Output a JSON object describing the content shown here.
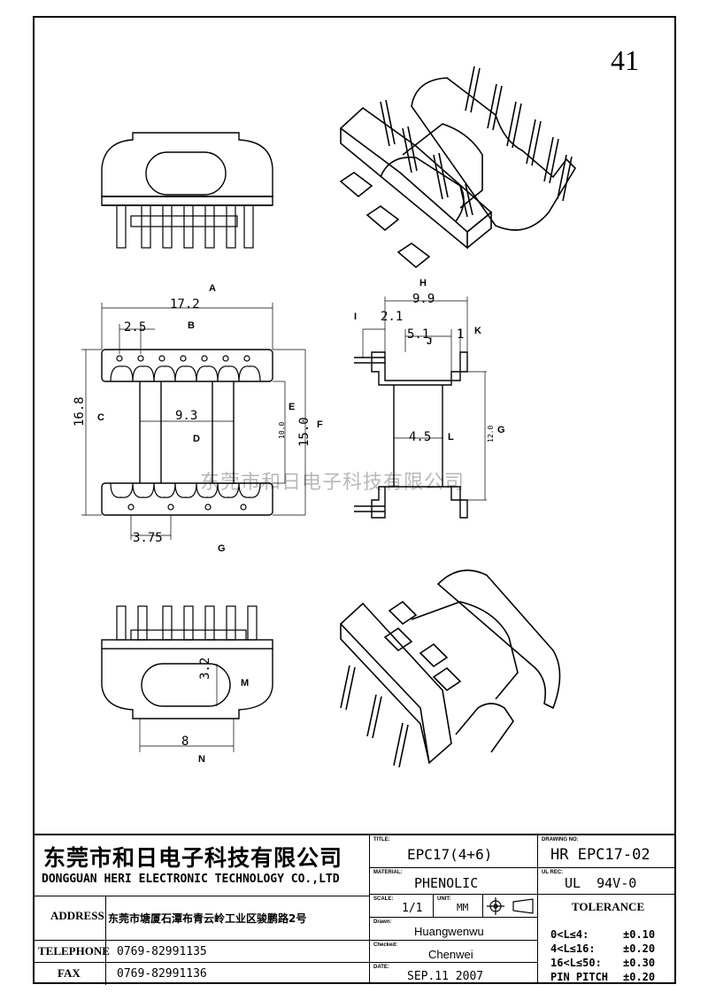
{
  "sheet_number": "41",
  "watermark": "东莞市和日电子科技有限公司",
  "dimensions": {
    "A": "A",
    "B": "B",
    "C": "C",
    "D": "D",
    "E": "E",
    "F": "F",
    "G": "G",
    "H": "H",
    "I": "I",
    "J": "J",
    "K": "K",
    "L": "L",
    "M": "M",
    "N": "N",
    "width_total": "17.2",
    "pin_pitch": "2.5",
    "height_total": "16.8",
    "inner_width": "9.3",
    "inner_h": "10.0",
    "body_h": "15.0",
    "pin_offset": "3.75",
    "side_width": "9.9",
    "side_offset": "2.1",
    "side_mid": "5.1",
    "side_k": "1",
    "side_core": "4.5",
    "side_height": "12.0",
    "bottom_slot": "3.2",
    "bottom_width": "8"
  },
  "title_block": {
    "company_cn": "东莞市和日电子科技有限公司",
    "company_en": "DONGGUAN HERI ELECTRONIC TECHNOLOGY CO.,LTD",
    "address_label": "ADDRESS",
    "address": "东莞市塘厦石潭布青云岭工业区骏鹏路2号",
    "telephone_label": "TELEPHONE",
    "telephone": "0769-82991135",
    "fax_label": "FAX",
    "fax": "0769-82991136",
    "title_label": "TITLE:",
    "title": "EPC17(4+6)",
    "drawing_no_label": "DRAWING NO:",
    "drawing_no": "HR EPC17-02",
    "material_label": "MATERIAL:",
    "material": "PHENOLIC",
    "ul_label": "UL REC:",
    "ul": "UL  94V-0",
    "scale_label": "SCALE:",
    "scale": "1/1",
    "unit_label": "UNIT:",
    "unit": "MM",
    "tolerance_label": "TOLERANCE",
    "drawn_label": "Drawn:",
    "drawn": "Huangwenwu",
    "checked_label": "Checked:",
    "checked": "Chenwei",
    "date_label": "DATE:",
    "date": "SEP.11 2007",
    "tolerances": [
      {
        "range": "0<L≤4:",
        "value": "±0.10"
      },
      {
        "range": "4<L≤16:",
        "value": "±0.20"
      },
      {
        "range": "16<L≤50:",
        "value": "±0.30"
      },
      {
        "range": "PIN PITCH",
        "value": "±0.20"
      }
    ]
  }
}
